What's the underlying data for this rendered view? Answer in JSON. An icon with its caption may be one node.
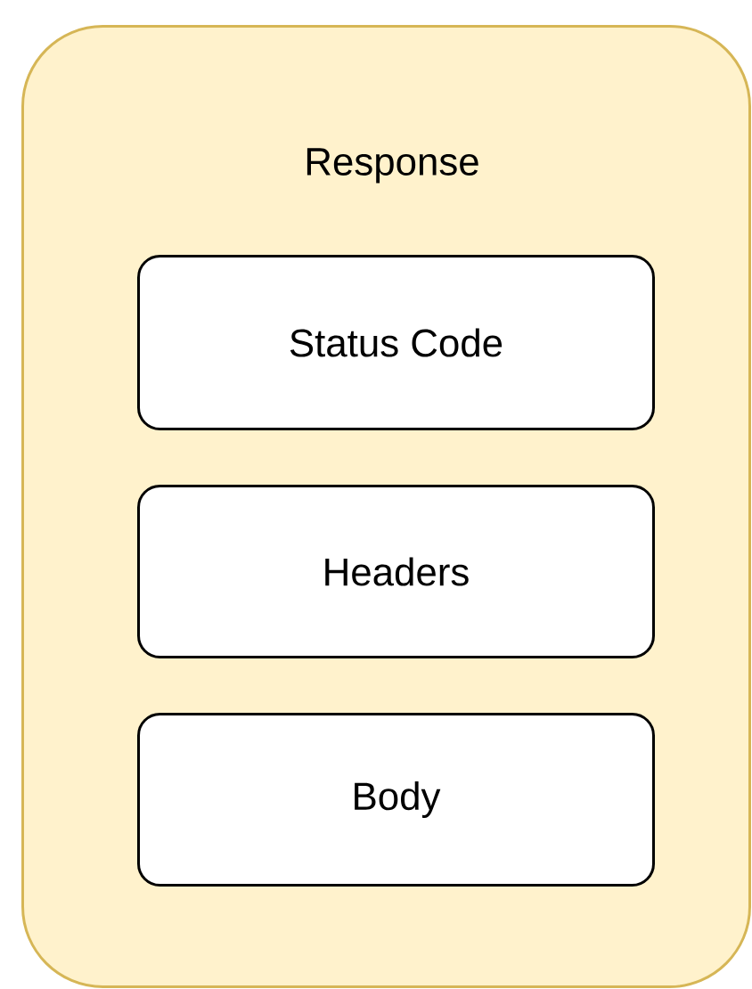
{
  "diagram": {
    "nodes": [
      {
        "text": [
          "Response"
        ]
      },
      {
        "text": [
          "Status Code"
        ],
        "in": 0
      },
      {
        "text": [
          "Headers"
        ],
        "in": 0
      },
      {
        "text": [
          "Body"
        ],
        "in": 0
      }
    ]
  }
}
